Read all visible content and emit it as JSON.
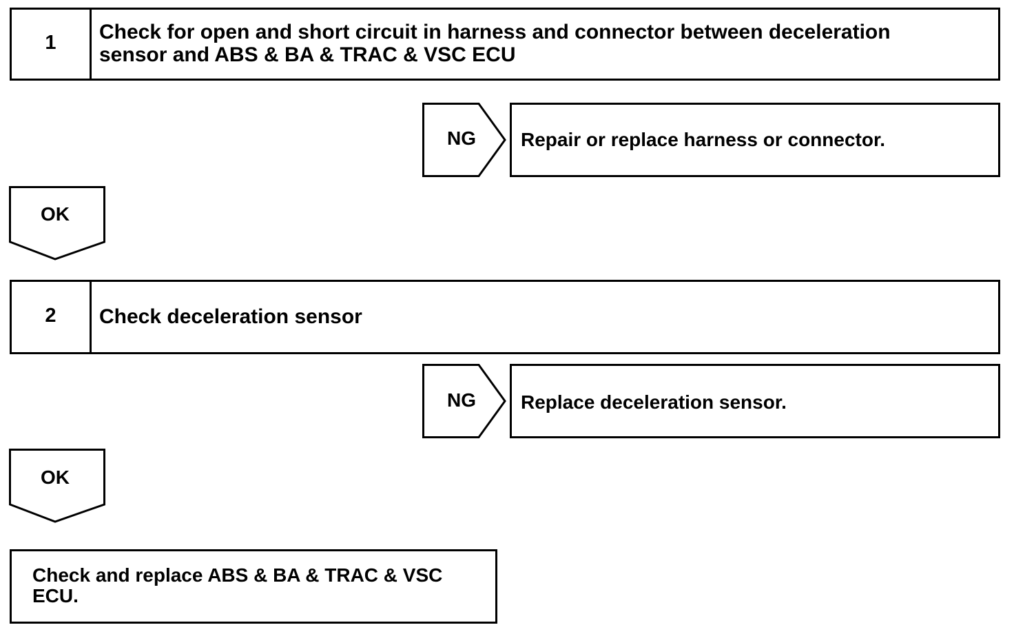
{
  "steps": [
    {
      "number": "1",
      "text_line1": "Check for open and short circuit in harness and connector between deceleration",
      "text_line2": "sensor and ABS & BA & TRAC & VSC ECU"
    },
    {
      "number": "2",
      "text_line1": "Check deceleration sensor"
    }
  ],
  "ng_branches": [
    {
      "label": "NG",
      "action": "Repair or replace harness or connector."
    },
    {
      "label": "NG",
      "action": "Replace deceleration sensor."
    }
  ],
  "ok_arrows": [
    {
      "label": "OK"
    },
    {
      "label": "OK"
    }
  ],
  "final_action": {
    "line1": "Check and replace ABS & BA & TRAC & VSC",
    "line2": "ECU."
  }
}
